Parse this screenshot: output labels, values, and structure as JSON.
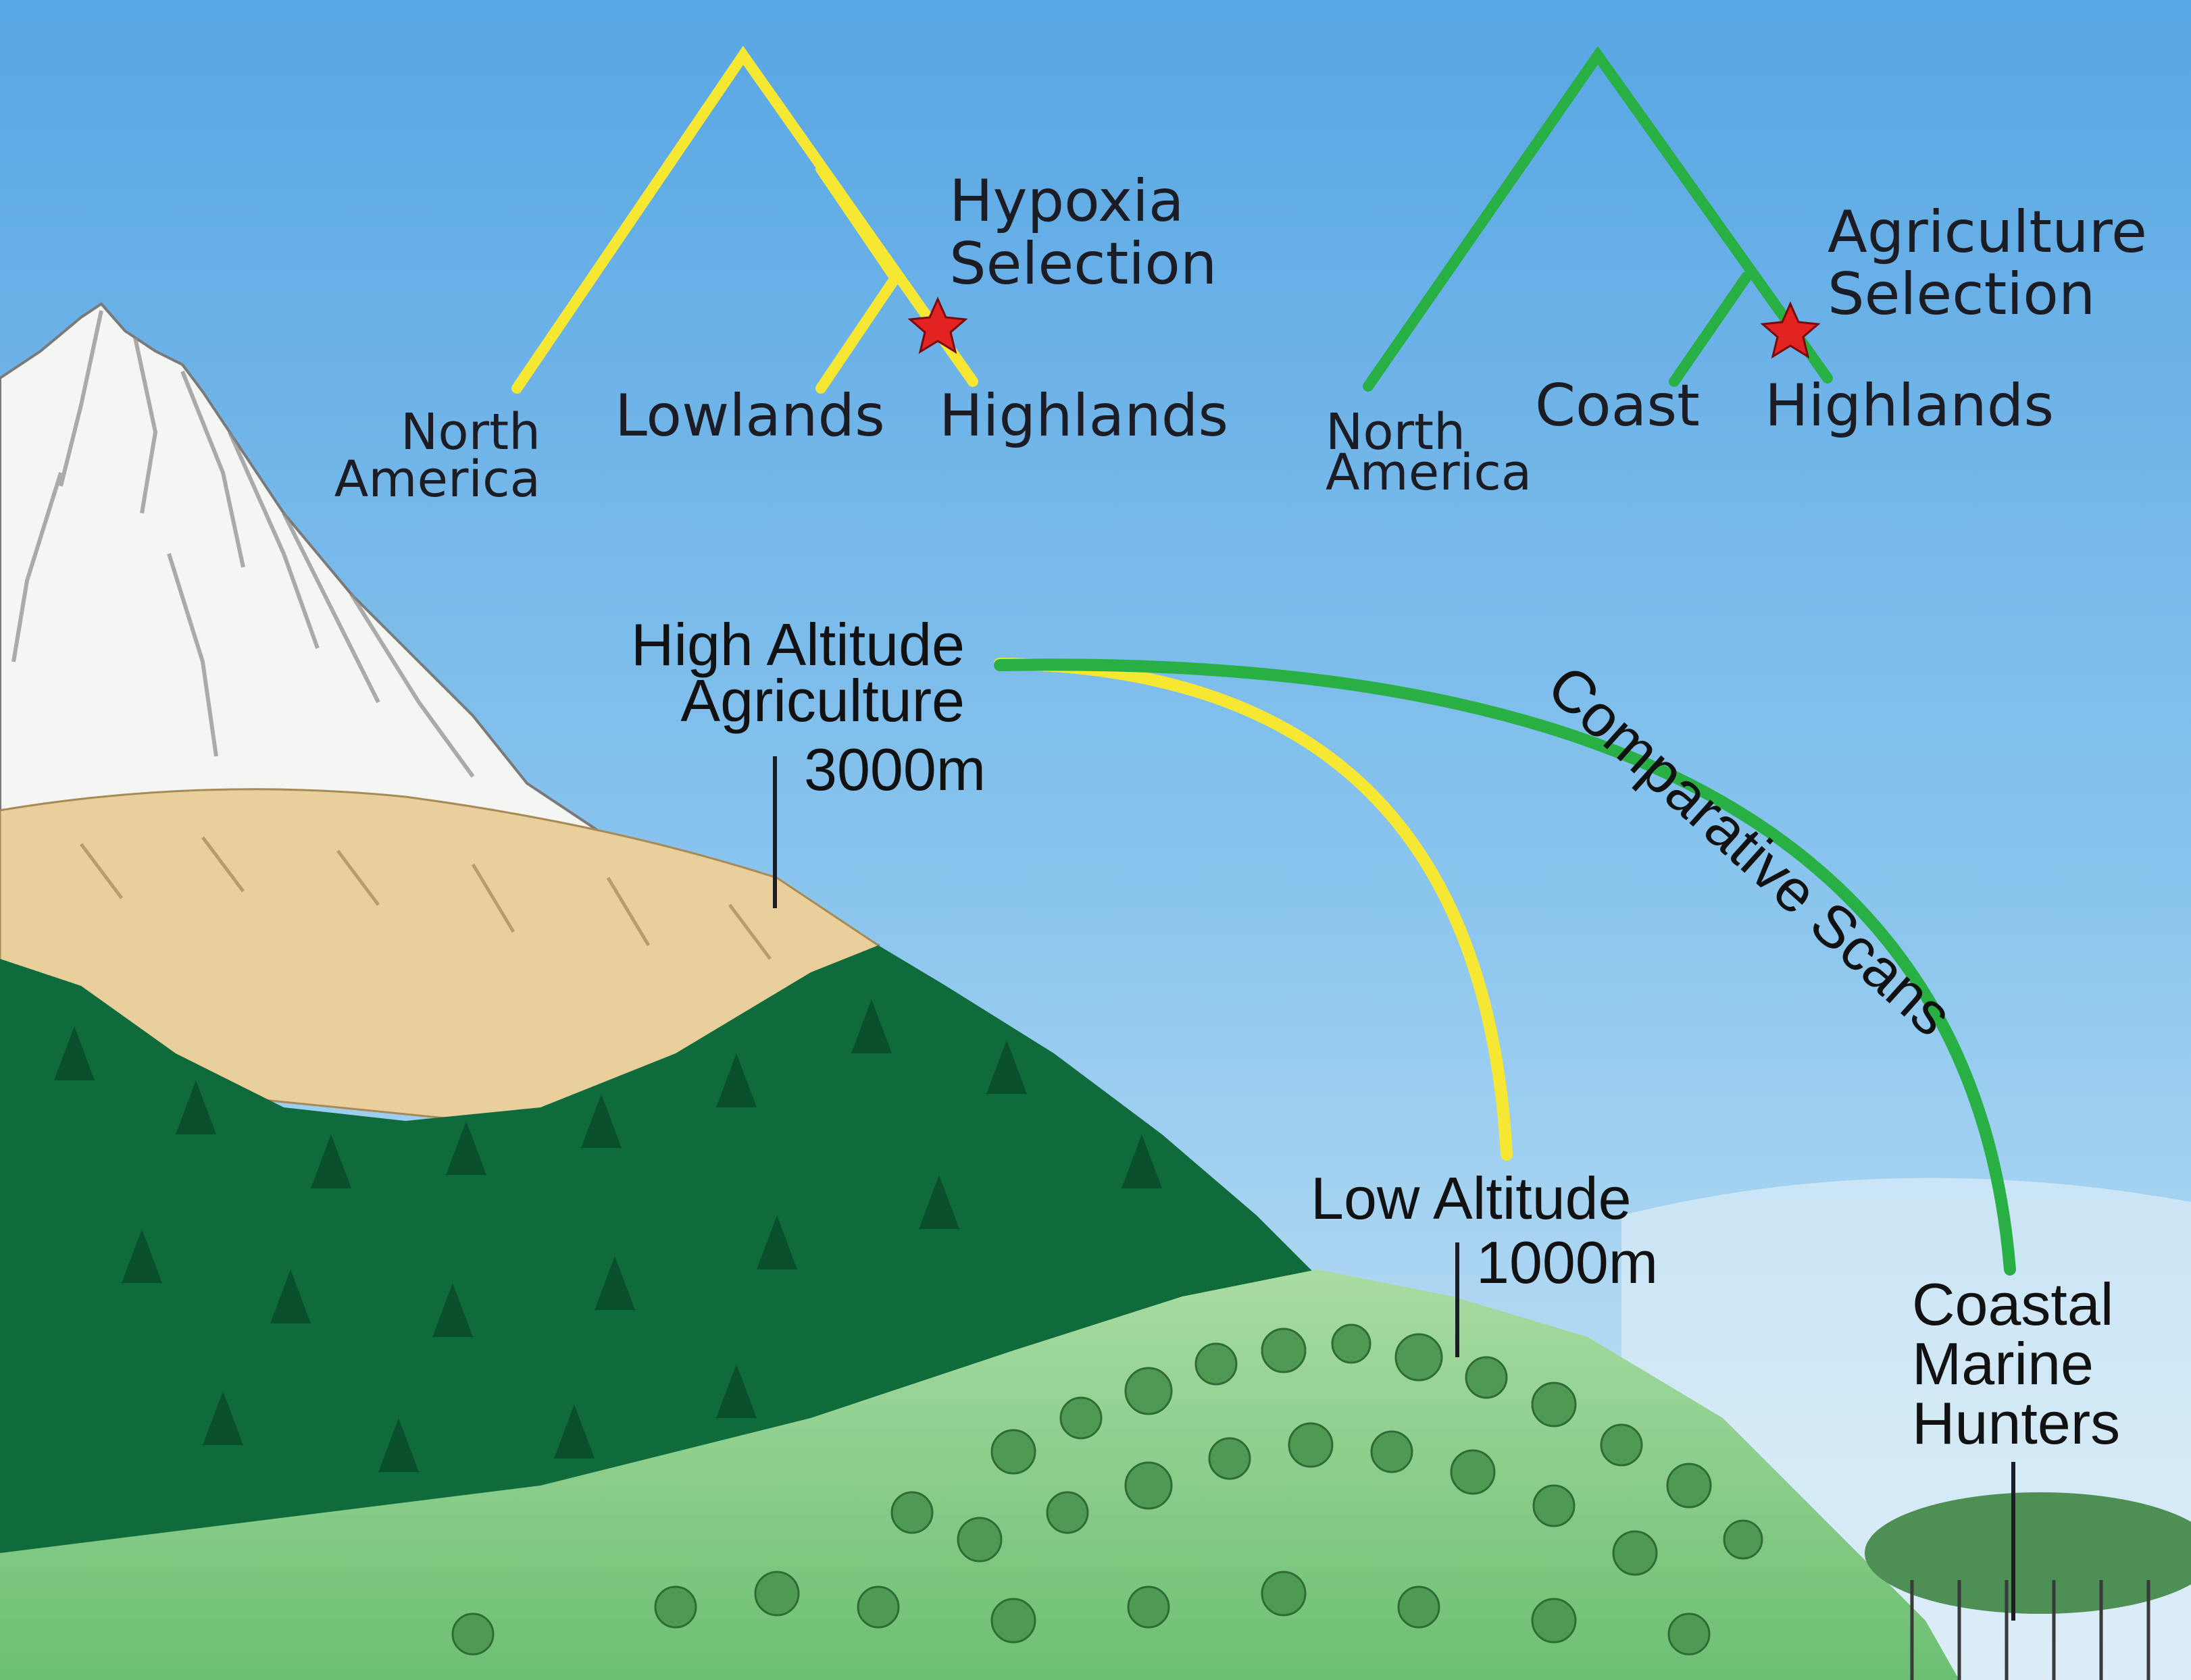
{
  "colors": {
    "sky_top": "#58a6e4",
    "sky_bottom": "#cfe7f6",
    "hypoxia_tree": "#f6e832",
    "agriculture_tree": "#29b045",
    "star": "#e32222",
    "snow": "#f4f6f4",
    "rock_band": "#e9cf9b",
    "forest": "#0f6b3c",
    "meadow": "#8fd08a"
  },
  "tree_left": {
    "leaves": [
      "North",
      "America",
      "Lowlands",
      "Highlands"
    ],
    "selection": [
      "Hypoxia",
      "Selection"
    ]
  },
  "tree_right": {
    "leaves": [
      "North",
      "America",
      "Coast",
      "Highlands"
    ],
    "selection": [
      "Agriculture",
      "Selection"
    ]
  },
  "sites": {
    "high": [
      "High Altitude",
      "Agriculture"
    ],
    "high_elevation": "3000m",
    "low": "Low Altitude",
    "low_elevation": "1000m",
    "coastal": [
      "Coastal",
      "Marine",
      "Hunters"
    ]
  },
  "scan_label": "Comparative Scans"
}
